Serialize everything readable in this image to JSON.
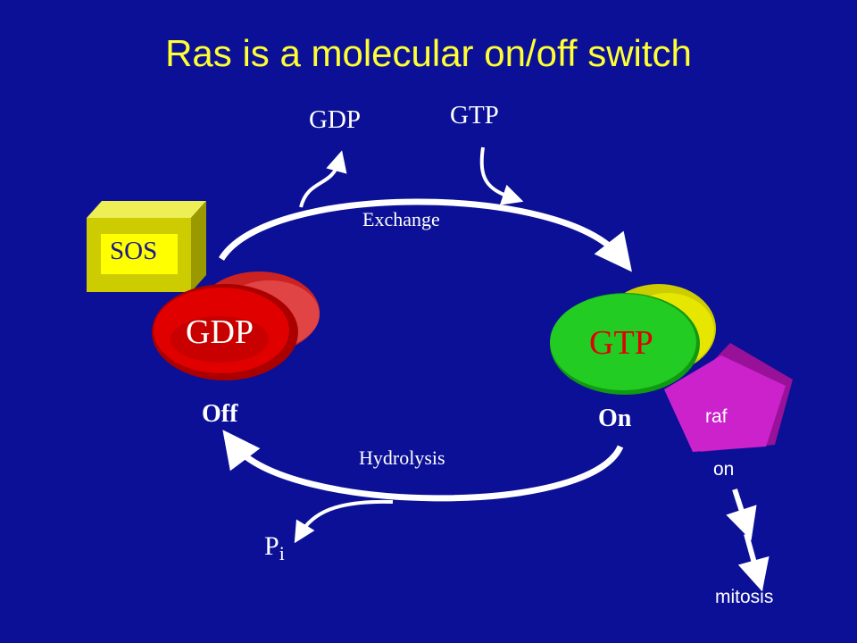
{
  "title": "Ras is a molecular on/off switch",
  "exchange": {
    "label": "Exchange",
    "released": "GDP",
    "bound": "GTP"
  },
  "hydrolysis": {
    "label": "Hydrolysis",
    "product_main": "P",
    "product_sub": "i"
  },
  "sos": {
    "label": "SOS"
  },
  "off_state": {
    "nucleotide": "GDP",
    "label": "Off"
  },
  "on_state": {
    "nucleotide": "GTP",
    "label": "On"
  },
  "raf": {
    "label": "raf",
    "state": "on",
    "outcome": "mitosis"
  },
  "colors": {
    "background": "#0b1096",
    "title": "#ffff33",
    "sos_box": "#cccc00",
    "gdp_ras": "#e00000",
    "gtp_ras": "#22cc22",
    "gtp_text": "#e00000",
    "raf": "#cc22cc",
    "arrows": "#ffffff"
  }
}
